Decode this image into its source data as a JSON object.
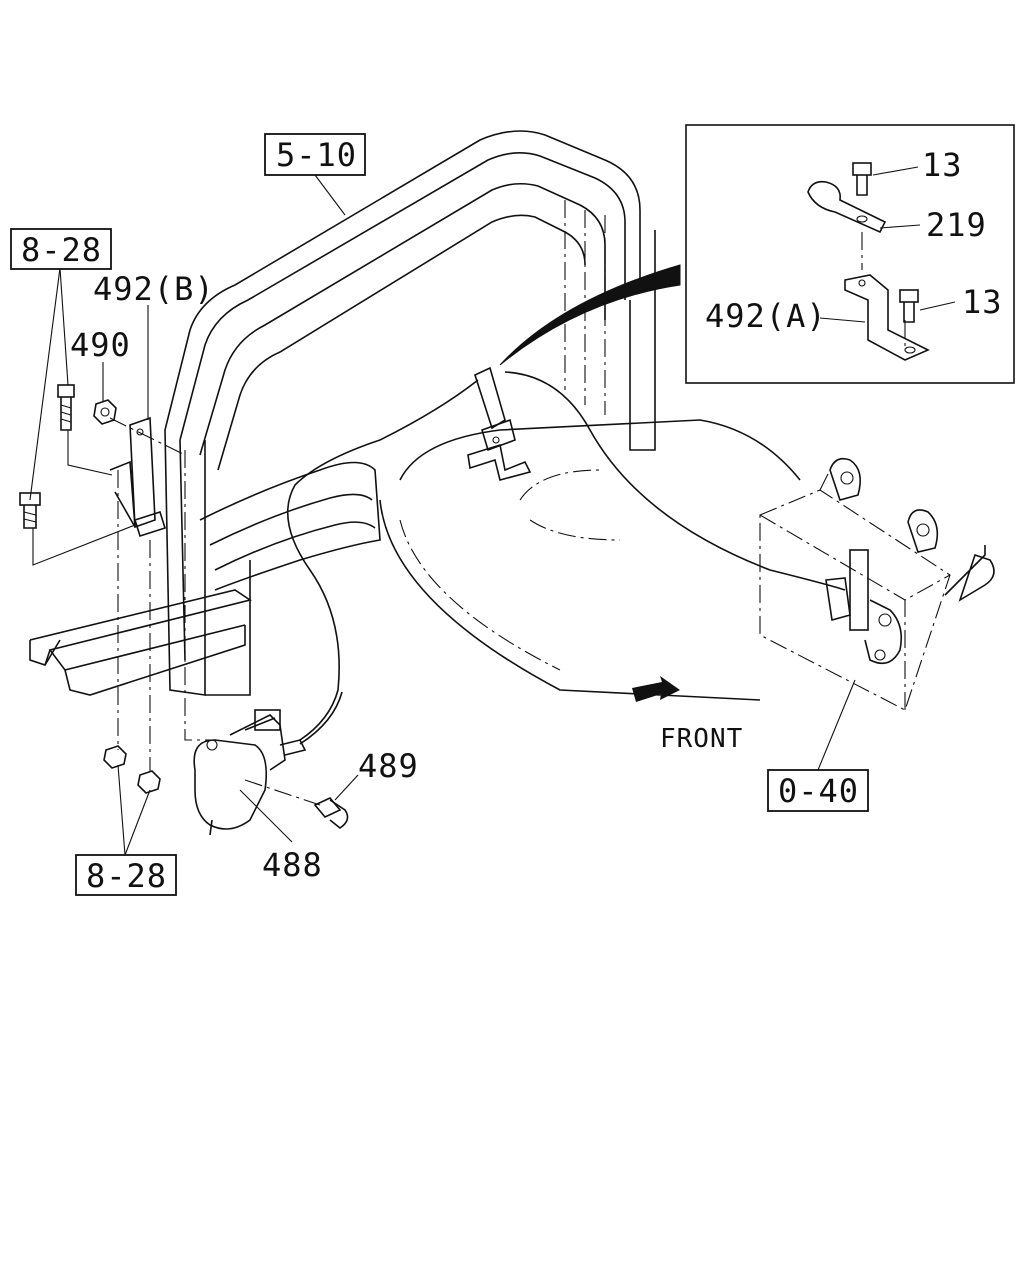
{
  "refs": {
    "r510": "5-10",
    "r828_top": "8-28",
    "r828_bottom": "8-28",
    "r040": "0-40"
  },
  "parts": {
    "p492b": "492(B)",
    "p490": "490",
    "p489": "489",
    "p488": "488",
    "p13_top": "13",
    "p219": "219",
    "p492a": "492(A)",
    "p13_mid": "13"
  },
  "direction": {
    "front": "FRONT"
  }
}
